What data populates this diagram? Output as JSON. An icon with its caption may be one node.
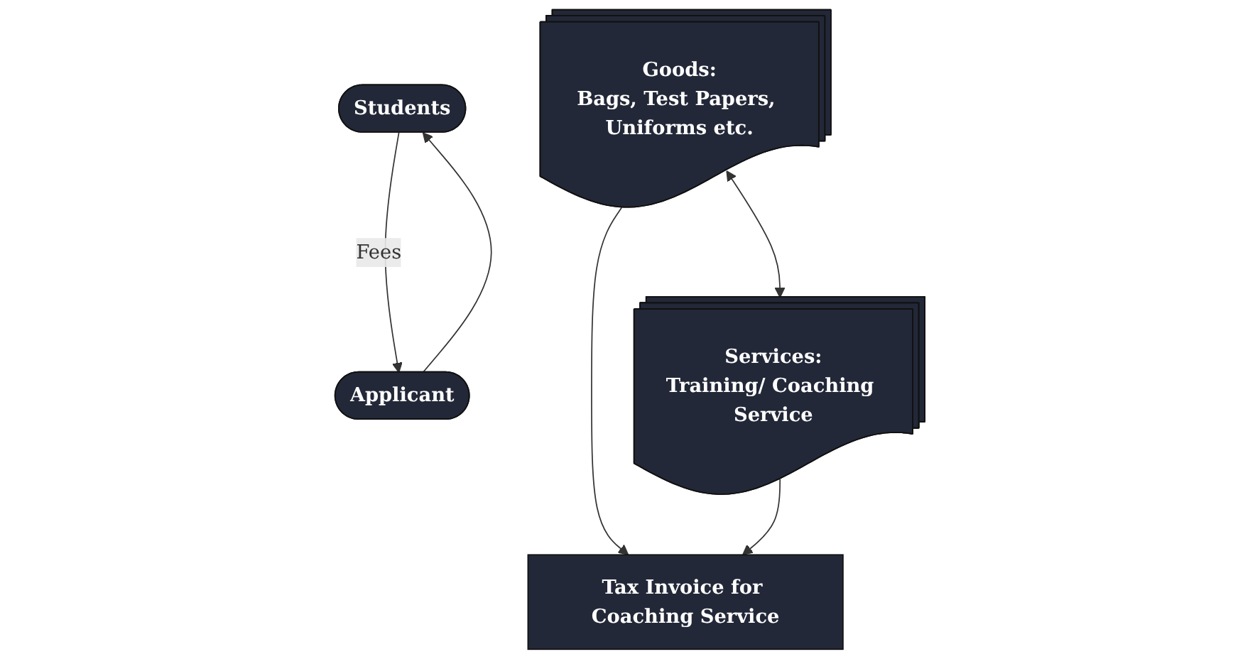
{
  "diagram": {
    "nodes": [
      {
        "text": [
          "Students"
        ]
      },
      {
        "text": [
          "Applicant"
        ]
      },
      {
        "text": [
          "Tax Invoice for Coaching Service"
        ]
      },
      {
        "text": [
          "Goods:",
          "Bags, Test Papers, Uniforms etc."
        ]
      },
      {
        "text": [
          "Services:",
          "Training/ Coaching Service"
        ]
      }
    ],
    "edges": [
      {
        "from": 0,
        "to": 1,
        "label": "Fees",
        "arrow": "to"
      },
      {
        "from": 1,
        "to": 0,
        "arrow": "to"
      },
      {
        "from": 3,
        "to": 4,
        "arrow": "both"
      },
      {
        "from": 3,
        "to": 2,
        "arrow": "to"
      },
      {
        "from": 4,
        "to": 2,
        "arrow": "to"
      }
    ]
  }
}
